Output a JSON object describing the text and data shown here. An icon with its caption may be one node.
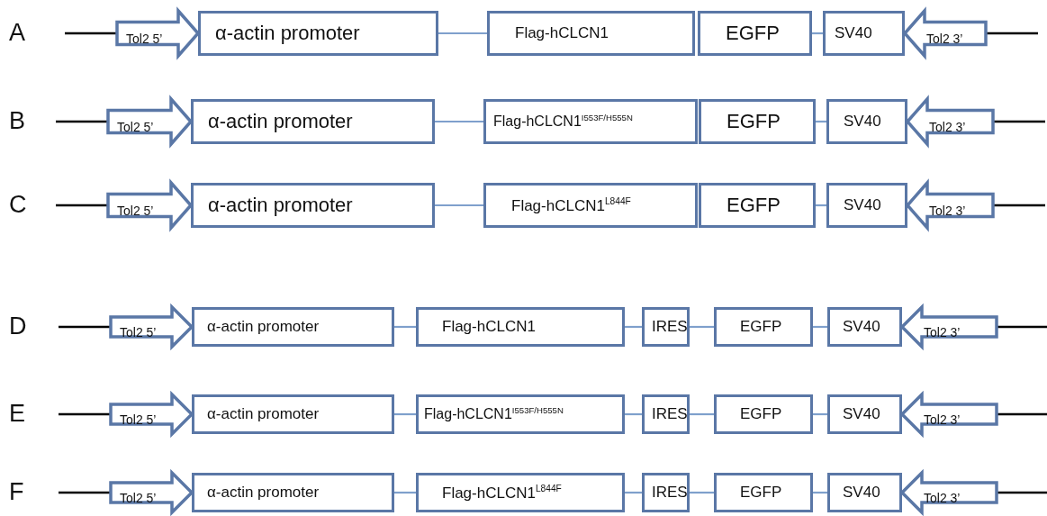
{
  "diagram": {
    "nodes": [
      {
        "text": [
          "Tol2 5’"
        ]
      },
      {
        "text": [
          "α-actin promoter"
        ]
      },
      {
        "text": [
          "Flag-hCLCN1"
        ]
      },
      {
        "text": [
          "EGFP"
        ]
      },
      {
        "text": [
          "SV40"
        ]
      },
      {
        "text": [
          "Tol2 3’"
        ]
      },
      {
        "text": [
          "Tol2 5’"
        ]
      },
      {
        "text": [
          "α-actin promoter"
        ]
      },
      {
        "text": [
          "Flag-hCLCN1$^{I553F/H555N}$"
        ]
      },
      {
        "text": [
          "EGFP"
        ]
      },
      {
        "text": [
          "SV40"
        ]
      },
      {
        "text": [
          "Tol2 3’"
        ]
      },
      {
        "text": [
          "Tol2 5’"
        ]
      },
      {
        "text": [
          "α-actin promoter"
        ]
      },
      {
        "text": [
          "Flag-hCLCN1$^{L844F}$"
        ]
      },
      {
        "text": [
          "EGFP"
        ]
      },
      {
        "text": [
          "SV40"
        ]
      },
      {
        "text": [
          "Tol2 3’"
        ]
      },
      {
        "text": [
          "Tol2 5’"
        ]
      },
      {
        "text": [
          "α-actin promoter"
        ]
      },
      {
        "text": [
          "Flag-hCLCN1"
        ]
      },
      {
        "text": [
          "IRES"
        ]
      },
      {
        "text": [
          "EGFP"
        ]
      },
      {
        "text": [
          "SV40"
        ]
      },
      {
        "text": [
          "Tol2 3’"
        ]
      },
      {
        "text": [
          "Tol2 5’"
        ]
      },
      {
        "text": [
          "α-actin promoter"
        ]
      },
      {
        "text": [
          "Flag-hCLCN1$^{I553F/H555N}$"
        ]
      },
      {
        "text": [
          "IRES"
        ]
      },
      {
        "text": [
          "EGFP"
        ]
      },
      {
        "text": [
          "SV40"
        ]
      },
      {
        "text": [
          "Tol2 3’"
        ]
      },
      {
        "text": [
          "Tol2 5’"
        ]
      },
      {
        "text": [
          "α-actin promoter"
        ]
      },
      {
        "text": [
          "Flag-hCLCN1$^{L844F}$"
        ]
      },
      {
        "text": [
          "IRES"
        ]
      },
      {
        "text": [
          "EGFP"
        ]
      },
      {
        "text": [
          "SV40"
        ]
      },
      {
        "text": [
          "Tol2 3’"
        ]
      }
    ],
    "edges": [
      {
        "from": null,
        "to": 0,
        "arrow": "none",
        "color": "#000000"
      },
      {
        "from": 1,
        "to": 2,
        "arrow": "none"
      },
      {
        "from": 3,
        "to": 4,
        "arrow": "none"
      },
      {
        "from": 5,
        "to": null,
        "arrow": "none",
        "color": "#000000"
      },
      {
        "from": null,
        "to": 6,
        "arrow": "none",
        "color": "#000000"
      },
      {
        "from": 7,
        "to": 8,
        "arrow": "none"
      },
      {
        "from": 9,
        "to": 10,
        "arrow": "none"
      },
      {
        "from": 11,
        "to": null,
        "arrow": "none",
        "color": "#000000"
      },
      {
        "from": null,
        "to": 12,
        "arrow": "none",
        "color": "#000000"
      },
      {
        "from": 13,
        "to": 14,
        "arrow": "none"
      },
      {
        "from": 15,
        "to": 16,
        "arrow": "none"
      },
      {
        "from": 17,
        "to": null,
        "arrow": "none",
        "color": "#000000"
      },
      {
        "from": null,
        "to": 18,
        "arrow": "none",
        "color": "#000000"
      },
      {
        "from": 19,
        "to": 20,
        "arrow": "none"
      },
      {
        "from": 20,
        "to": 21,
        "arrow": "none"
      },
      {
        "from": 21,
        "to": 22,
        "arrow": "none"
      },
      {
        "from": 22,
        "to": 23,
        "arrow": "none"
      },
      {
        "from": 24,
        "to": null,
        "arrow": "none",
        "color": "#000000"
      },
      {
        "from": null,
        "to": 25,
        "arrow": "none",
        "color": "#000000"
      },
      {
        "from": 26,
        "to": 27,
        "arrow": "none"
      },
      {
        "from": 27,
        "to": 28,
        "arrow": "none"
      },
      {
        "from": 28,
        "to": 29,
        "arrow": "none"
      },
      {
        "from": 29,
        "to": 30,
        "arrow": "none"
      },
      {
        "from": 31,
        "to": null,
        "arrow": "none",
        "color": "#000000"
      },
      {
        "from": null,
        "to": 32,
        "arrow": "none",
        "color": "#000000"
      },
      {
        "from": 33,
        "to": 34,
        "arrow": "none"
      },
      {
        "from": 34,
        "to": 35,
        "arrow": "none"
      },
      {
        "from": 35,
        "to": 36,
        "arrow": "none"
      },
      {
        "from": 36,
        "to": 37,
        "arrow": "none"
      },
      {
        "from": 38,
        "to": null,
        "arrow": "none",
        "color": "#000000"
      }
    ],
    "labels": [
      "A",
      "B",
      "C",
      "D",
      "E",
      "F"
    ]
  }
}
